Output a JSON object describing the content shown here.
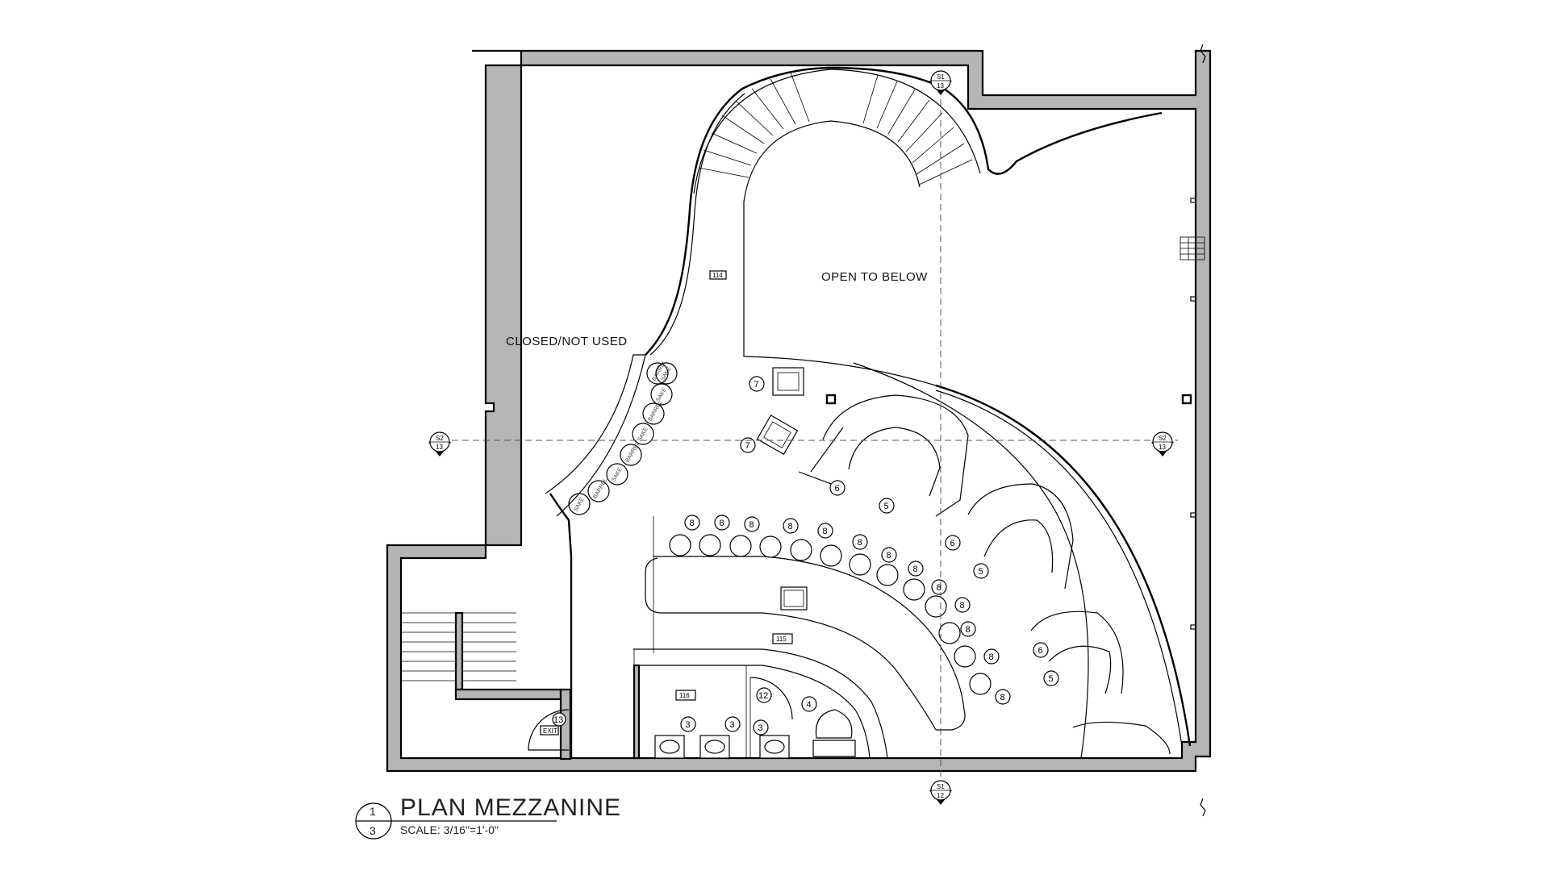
{
  "labels": {
    "closed": "CLOSED/NOT USED",
    "open_below": "OPEN TO BELOW",
    "exit": "EXIT"
  },
  "rooms": [
    "114",
    "115",
    "116"
  ],
  "keynotes": {
    "k3": "3",
    "k4": "4",
    "k5": "5",
    "k6": "6",
    "k7": "7",
    "k8": "8",
    "k12": "12",
    "k13": "13"
  },
  "sections": {
    "s1_top": [
      "S1",
      "13"
    ],
    "s1_bottom": [
      "S1",
      "12"
    ],
    "s2_left": [
      "S2",
      "13"
    ],
    "s2_right": [
      "S2",
      "13"
    ]
  },
  "barrels": [
    "SAKE",
    "BARREL",
    "SAKE",
    "BARREL",
    "SAKE",
    "BARREL",
    "SAKE",
    "BARREL",
    "SAKE"
  ],
  "drawing_title": {
    "number": "1",
    "sheet": "3",
    "name": "PLAN  MEZZANINE",
    "scale": "SCALE: 3/16\"=1'-0\""
  }
}
